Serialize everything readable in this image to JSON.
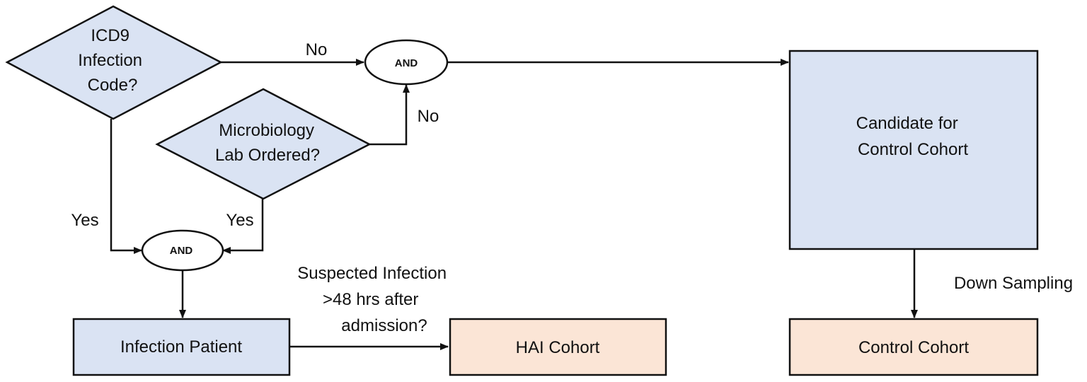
{
  "colors": {
    "blue_fill": "#dae3f3",
    "orange_fill": "#fbe5d6",
    "stroke": "#111111"
  },
  "decisions": {
    "icd9": [
      "ICD9",
      "Infection",
      "Code?"
    ],
    "micro": [
      "Microbiology",
      "Lab Ordered?"
    ]
  },
  "gates": {
    "top": "AND",
    "bottom": "AND"
  },
  "edges": {
    "icd9_no": "No",
    "micro_no": "No",
    "icd9_yes": "Yes",
    "micro_yes": "Yes",
    "suspected": [
      "Suspected Infection",
      ">48 hrs after",
      "admission?"
    ],
    "down_sampling": "Down Sampling"
  },
  "boxes": {
    "candidate": [
      "Candidate for",
      "Control Cohort"
    ],
    "infection_patient": "Infection Patient",
    "hai_cohort": "HAI Cohort",
    "control_cohort": "Control Cohort"
  }
}
